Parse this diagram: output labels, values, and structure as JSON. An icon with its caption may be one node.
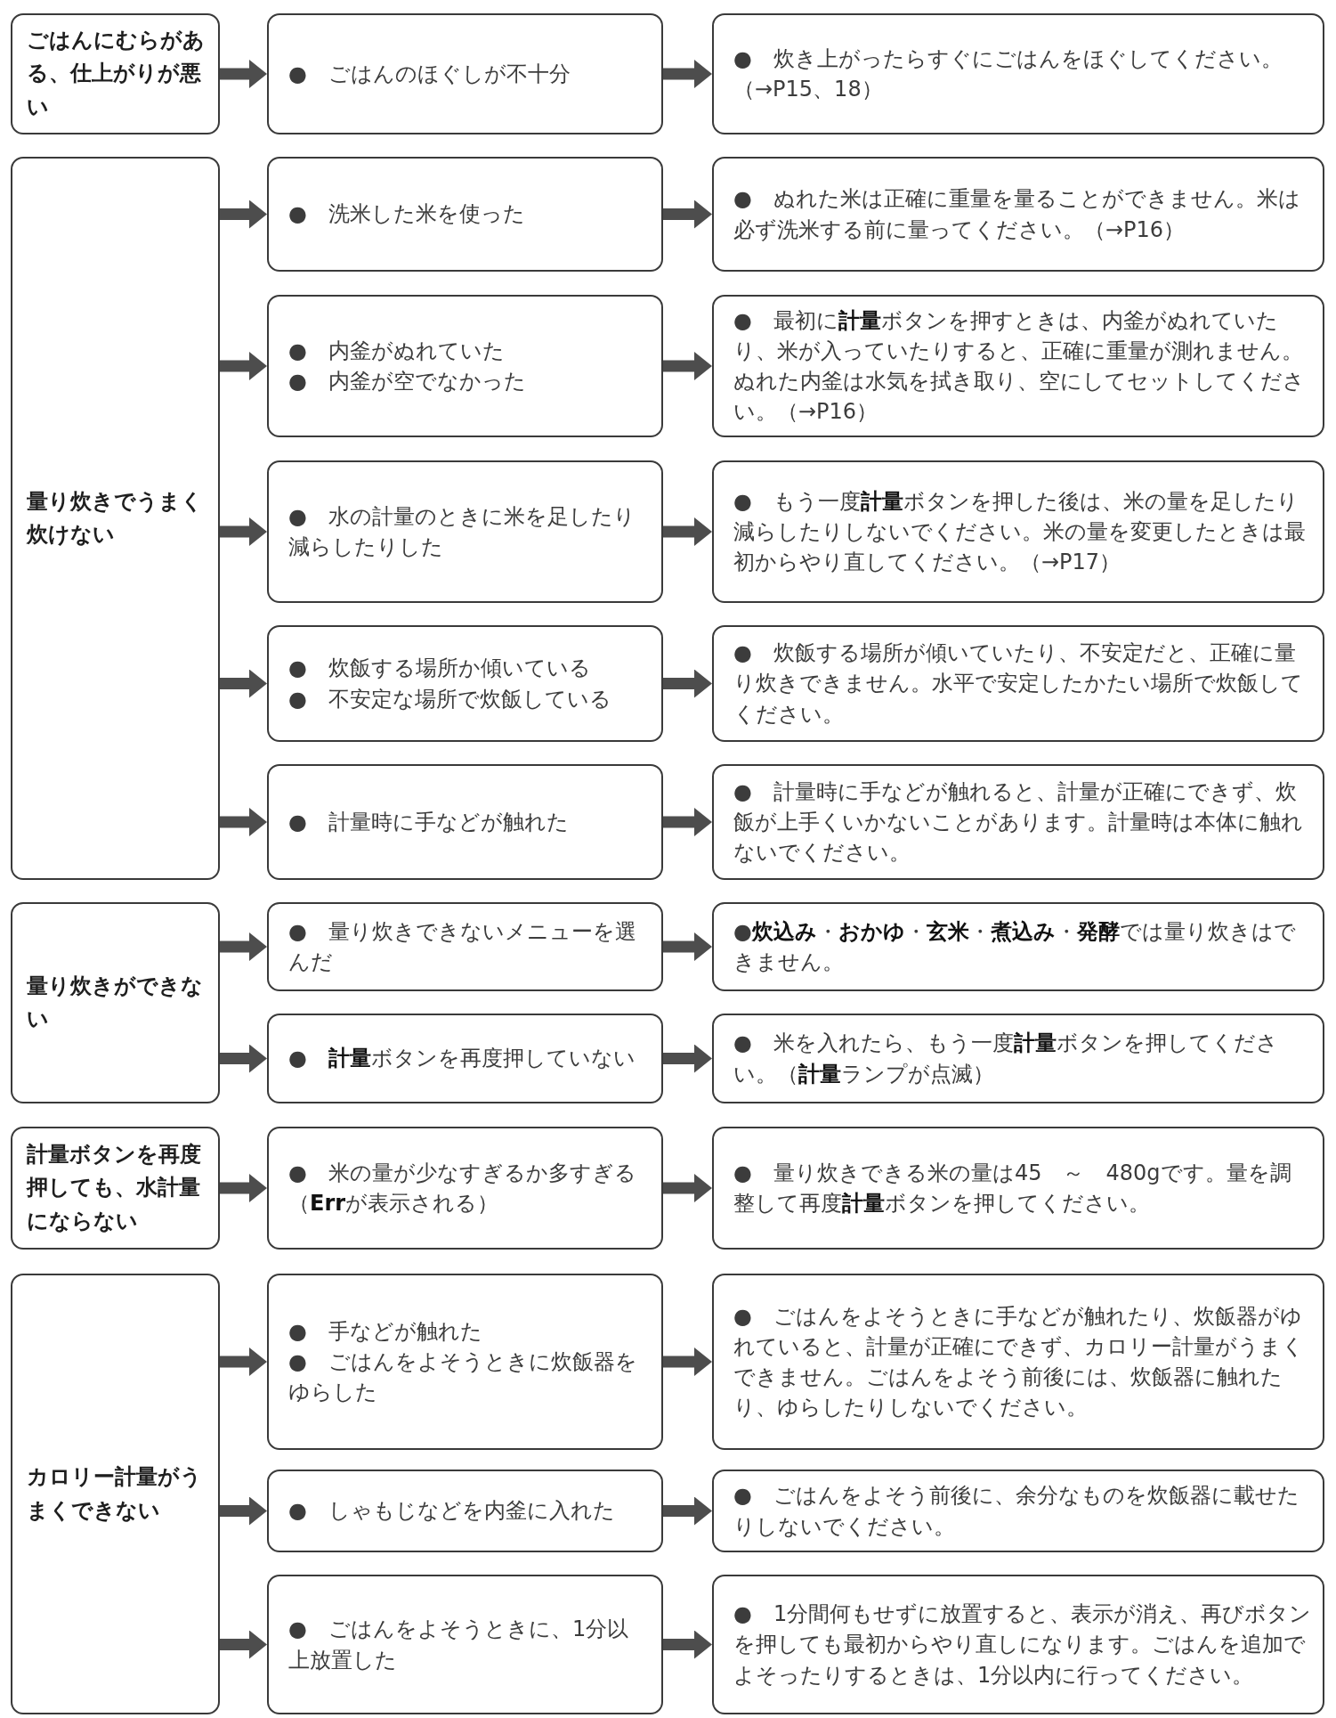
{
  "diagram": {
    "nodes": [
      {
        "text": [
          "ごはんにむらがある、仕上がりが悪い"
        ]
      },
      {
        "text": [
          "●　ごはんのほぐしが不十分"
        ]
      },
      {
        "text": [
          "●　炊き上がったらすぐにごはんをほぐしてください。（→P15、18）"
        ]
      },
      {
        "text": [
          "量り炊きでうまく炊けない"
        ]
      },
      {
        "text": [
          "●　洗米した米を使った"
        ]
      },
      {
        "text": [
          "●　ぬれた米は正確に重量を量ることができません。米は必ず洗米する前に量ってください。（→P16）"
        ]
      },
      {
        "text": [
          "●　内釜がぬれていた",
          "●　内釜が空でなかった"
        ]
      },
      {
        "text": [
          "●　最初に**計量**ボタンを押すときは、内釜がぬれていたり、米が入っていたりすると、正確に重量が測れません。ぬれた内釜は水気を拭き取り、空にしてセットしてください。（→P16）"
        ]
      },
      {
        "text": [
          "●　水の計量のときに米を足したり減らしたりした"
        ]
      },
      {
        "text": [
          "●　もう一度**計量**ボタンを押した後は、米の量を足したり減らしたりしないでください。米の量を変更したときは最初からやり直してください。（→P17）"
        ]
      },
      {
        "text": [
          "●　炊飯する場所か傾いている",
          "●　不安定な場所で炊飯している"
        ]
      },
      {
        "text": [
          "●　炊飯する場所が傾いていたり、不安定だと、正確に量り炊きできません。水平で安定したかたい場所で炊飯してください。"
        ]
      },
      {
        "text": [
          "●　計量時に手などが触れた"
        ]
      },
      {
        "text": [
          "●　計量時に手などが触れると、計量が正確にできず、炊飯が上手くいかないことがあります。計量時は本体に触れないでください。"
        ]
      },
      {
        "text": [
          "量り炊きができない"
        ]
      },
      {
        "text": [
          "●　量り炊きできないメニューを選んだ"
        ]
      },
      {
        "text": [
          "●**炊込み**・**おかゆ**・**玄米**・**煮込み**・**発酵**では量り炊きはできません。"
        ]
      },
      {
        "text": [
          "●　**計量**ボタンを再度押していない"
        ]
      },
      {
        "text": [
          "●　米を入れたら、もう一度**計量**ボタンを押してください。（**計量**ランプが点滅）"
        ]
      },
      {
        "text": [
          "計量ボタンを再度押しても、水計量にならない"
        ]
      },
      {
        "text": [
          "●　米の量が少なすぎるか多すぎる（**Err**が表示される）"
        ]
      },
      {
        "text": [
          "●　量り炊きできる米の量は45　～　480gです。量を調整して再度**計量**ボタンを押してください。"
        ]
      },
      {
        "text": [
          "カロリー計量がうまくできない"
        ]
      },
      {
        "text": [
          "●　手などが触れた",
          "●　ごはんをよそうときに炊飯器をゆらした"
        ]
      },
      {
        "text": [
          "●　ごはんをよそうときに手などが触れたり、炊飯器がゆれていると、計量が正確にできず、カロリー計量がうまくできません。ごはんをよそう前後には、炊飯器に触れたり、ゆらしたりしないでください。"
        ]
      },
      {
        "text": [
          "●　しゃもじなどを内釜に入れた"
        ]
      },
      {
        "text": [
          "●　ごはんをよそう前後に、余分なものを炊飯器に載せたりしないでください。"
        ]
      },
      {
        "text": [
          "●　ごはんをよそうときに、1分以上放置した"
        ]
      },
      {
        "text": [
          "●　1分間何もせずに放置すると、表示が消え、再びボタンを押しても最初からやり直しになります。ごはんを追加でよそったりするときは、1分以内に行ってください。"
        ]
      }
    ],
    "edges": [
      {
        "from": 0,
        "to": 1,
        "arrow": "to"
      },
      {
        "from": 1,
        "to": 2,
        "arrow": "to"
      },
      {
        "from": 3,
        "to": 4,
        "arrow": "to"
      },
      {
        "from": 4,
        "to": 5,
        "arrow": "to"
      },
      {
        "from": 3,
        "to": 6,
        "arrow": "to"
      },
      {
        "from": 6,
        "to": 7,
        "arrow": "to"
      },
      {
        "from": 3,
        "to": 8,
        "arrow": "to"
      },
      {
        "from": 8,
        "to": 9,
        "arrow": "to"
      },
      {
        "from": 3,
        "to": 10,
        "arrow": "to"
      },
      {
        "from": 10,
        "to": 11,
        "arrow": "to"
      },
      {
        "from": 3,
        "to": 12,
        "arrow": "to"
      },
      {
        "from": 12,
        "to": 13,
        "arrow": "to"
      },
      {
        "from": 14,
        "to": 15,
        "arrow": "to"
      },
      {
        "from": 15,
        "to": 16,
        "arrow": "to"
      },
      {
        "from": 14,
        "to": 17,
        "arrow": "to"
      },
      {
        "from": 17,
        "to": 18,
        "arrow": "to"
      },
      {
        "from": 19,
        "to": 20,
        "arrow": "to"
      },
      {
        "from": 20,
        "to": 21,
        "arrow": "to"
      },
      {
        "from": 22,
        "to": 23,
        "arrow": "to"
      },
      {
        "from": 23,
        "to": 24,
        "arrow": "to"
      },
      {
        "from": 22,
        "to": 25,
        "arrow": "to"
      },
      {
        "from": 25,
        "to": 26,
        "arrow": "to"
      },
      {
        "from": 22,
        "to": 27,
        "arrow": "to"
      },
      {
        "from": 27,
        "to": 28,
        "arrow": "to"
      }
    ]
  }
}
